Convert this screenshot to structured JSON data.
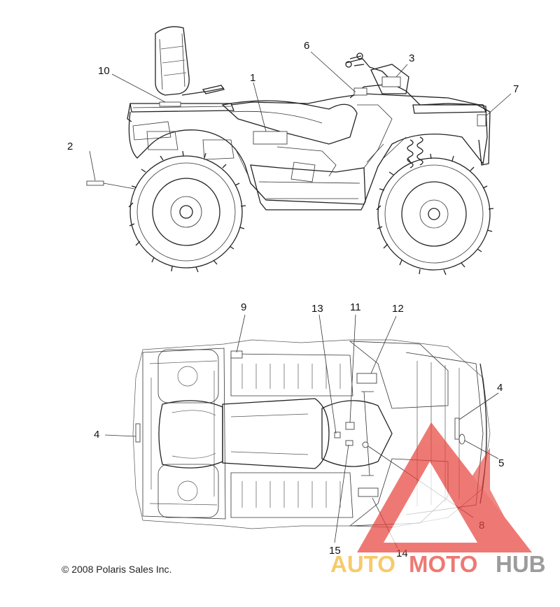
{
  "copyright": "© 2008 Polaris Sales Inc.",
  "watermark": {
    "part1": "AUTO",
    "part2": "MOTO",
    "part3": "HUB",
    "color_orange": "#f4b731",
    "color_red": "#e8463f",
    "color_gray": "#777777"
  },
  "callouts": {
    "c1": "1",
    "c2": "2",
    "c3": "3",
    "c4a": "4",
    "c4b": "4",
    "c5": "5",
    "c6": "6",
    "c7": "7",
    "c8": "8",
    "c9": "9",
    "c10": "10",
    "c11": "11",
    "c12": "12",
    "c13": "13",
    "c14": "14",
    "c15": "15"
  }
}
